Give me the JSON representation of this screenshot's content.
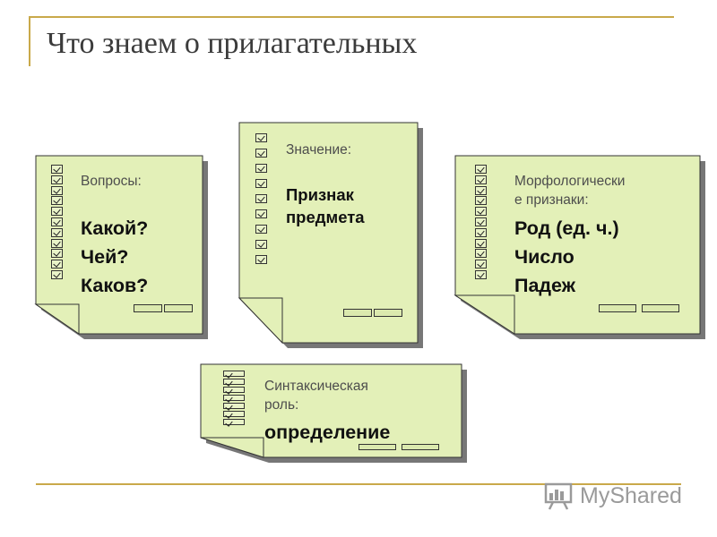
{
  "slide": {
    "title": "Что знаем о прилагательных",
    "cards": [
      {
        "id": "questions",
        "label": "Вопросы:",
        "value": "Какой?\nЧей?\nКаков?"
      },
      {
        "id": "meaning",
        "label": "Значение:",
        "value": "Признак\nпредмета"
      },
      {
        "id": "morph",
        "label": "Морфологически\nе признаки:",
        "value": "Род (ед. ч.)\nЧисло\nПадеж"
      },
      {
        "id": "syntax",
        "label": "Синтаксическая\nроль:",
        "value": "определение"
      }
    ]
  },
  "watermark": {
    "text": "MyShared"
  },
  "colors": {
    "card_fill": "#e3f0b8",
    "accent_line": "#c9a94a"
  }
}
